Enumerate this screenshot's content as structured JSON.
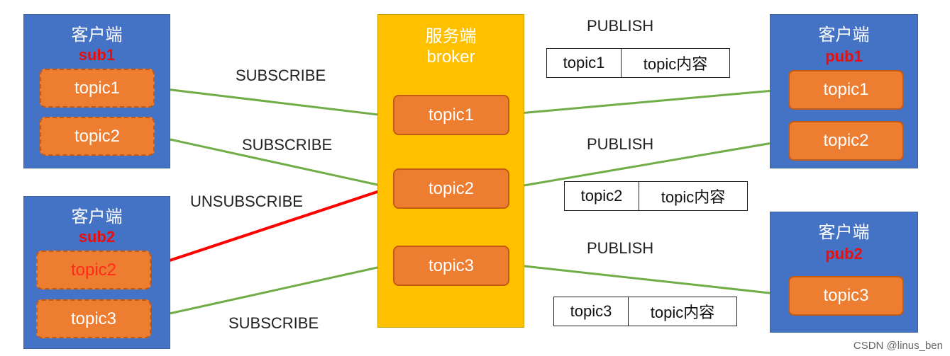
{
  "sub1": {
    "title": "客户端",
    "name": "sub1",
    "topics": [
      "topic1",
      "topic2"
    ]
  },
  "sub2": {
    "title": "客户端",
    "name": "sub2",
    "topics": [
      "topic2",
      "topic3"
    ]
  },
  "broker": {
    "title": "服务端",
    "subtitle": "broker",
    "topics": [
      "topic1",
      "topic2",
      "topic3"
    ]
  },
  "pub1": {
    "title": "客户端",
    "name": "pub1",
    "topics": [
      "topic1",
      "topic2"
    ]
  },
  "pub2": {
    "title": "客户端",
    "name": "pub2",
    "topics": [
      "topic3"
    ]
  },
  "labels": {
    "subscribe1": "SUBSCRIBE",
    "subscribe2": "SUBSCRIBE",
    "unsubscribe": "UNSUBSCRIBE",
    "subscribe3": "SUBSCRIBE",
    "publish1": "PUBLISH",
    "publish2": "PUBLISH",
    "publish3": "PUBLISH"
  },
  "messages": [
    {
      "topic": "topic1",
      "content": "topic内容"
    },
    {
      "topic": "topic2",
      "content": "topic内容"
    },
    {
      "topic": "topic3",
      "content": "topic内容"
    }
  ],
  "colors": {
    "client": "#4472c4",
    "broker": "#ffc000",
    "topic": "#ed7d31",
    "subscribe_arrow": "#70ad47",
    "unsubscribe_arrow": "#ff0000",
    "client_name": "#e8100f"
  },
  "watermark": "CSDN @linus_ben"
}
